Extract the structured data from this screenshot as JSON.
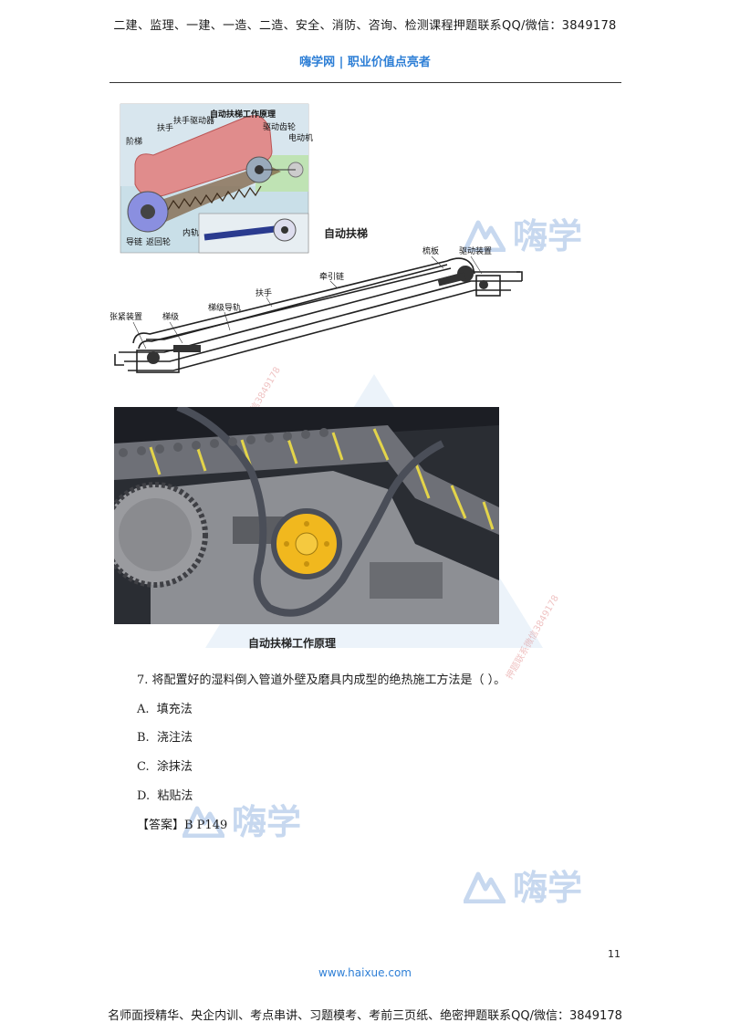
{
  "header": {
    "top_line": "二建、监理、一建、一造、二造、安全、消防、咨询、检测课程押题联系QQ/微信：3849178",
    "brand": "嗨学网 | 职业价值点亮者"
  },
  "watermark": {
    "logo_text": "嗨学",
    "diag_text": "押题联系微信3849178"
  },
  "figure1": {
    "inset_title": "自动扶梯工作原理",
    "inset_labels": {
      "handrail_drive": "扶手驱动器",
      "handrail": "扶手",
      "step": "阶梯",
      "drive_gear": "驱动齿轮",
      "motor": "电动机",
      "guide_chain": "导链",
      "return_wheel": "返回轮",
      "inner_rail": "内轨"
    },
    "caption": "自动扶梯",
    "labels": {
      "comb_plate": "梳板",
      "drive_device": "驱动装置",
      "traction_chain": "牵引链",
      "handrail": "扶手",
      "step_guide": "梯级导轨",
      "tension_device": "张紧装置",
      "step": "梯级"
    }
  },
  "figure2": {
    "caption": "自动扶梯工作原理"
  },
  "question": {
    "text": "7. 将配置好的湿料倒入管道外壁及磨具内成型的绝热施工方法是（ ）。",
    "options": [
      {
        "label": "A.",
        "text": "填充法"
      },
      {
        "label": "B.",
        "text": "浇注法"
      },
      {
        "label": "C.",
        "text": "涂抹法"
      },
      {
        "label": "D.",
        "text": "粘贴法"
      }
    ],
    "answer": "【答案】B P149"
  },
  "page_number": "11",
  "footer": {
    "url": "www.haixue.com",
    "text": "名师面授精华、央企内训、考点串讲、习题模考、考前三页纸、绝密押题联系QQ/微信：3849178"
  }
}
